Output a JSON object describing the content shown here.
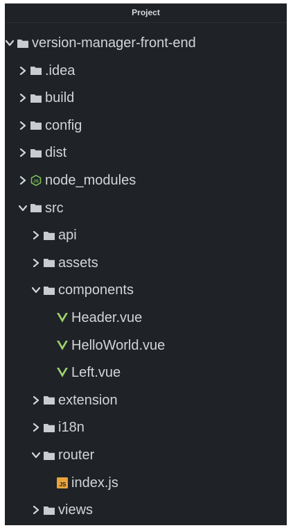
{
  "panel": {
    "title": "Project"
  },
  "tree": {
    "root": "version-manager-front-end",
    "items": [
      {
        "label": "version-manager-front-end",
        "type": "folder",
        "state": "expanded"
      },
      {
        "label": ".idea",
        "type": "folder",
        "state": "collapsed"
      },
      {
        "label": "build",
        "type": "folder",
        "state": "collapsed"
      },
      {
        "label": "config",
        "type": "folder",
        "state": "collapsed"
      },
      {
        "label": "dist",
        "type": "folder",
        "state": "collapsed"
      },
      {
        "label": "node_modules",
        "type": "nodejs-folder",
        "state": "collapsed"
      },
      {
        "label": "src",
        "type": "folder",
        "state": "expanded"
      },
      {
        "label": "api",
        "type": "folder",
        "state": "collapsed"
      },
      {
        "label": "assets",
        "type": "folder",
        "state": "collapsed"
      },
      {
        "label": "components",
        "type": "folder",
        "state": "expanded"
      },
      {
        "label": "Header.vue",
        "type": "vue-file",
        "state": "leaf"
      },
      {
        "label": "HelloWorld.vue",
        "type": "vue-file",
        "state": "leaf"
      },
      {
        "label": "Left.vue",
        "type": "vue-file",
        "state": "leaf"
      },
      {
        "label": "extension",
        "type": "folder",
        "state": "collapsed"
      },
      {
        "label": "i18n",
        "type": "folder",
        "state": "collapsed"
      },
      {
        "label": "router",
        "type": "folder",
        "state": "expanded"
      },
      {
        "label": "index.js",
        "type": "js-file",
        "state": "leaf"
      },
      {
        "label": "views",
        "type": "folder",
        "state": "collapsed"
      }
    ]
  },
  "icons": {
    "expanded": "chevron-down-icon",
    "collapsed": "chevron-right-icon",
    "folder": "folder-icon",
    "nodejs-folder": "nodejs-icon",
    "vue-file": "vue-icon",
    "js-file": "js-file-icon"
  },
  "colors": {
    "background": "#1f2226",
    "text": "#d2d5d8",
    "vue": "#9fd26e",
    "js": "#e8a33b",
    "nodejs": "#7bbf5a"
  }
}
